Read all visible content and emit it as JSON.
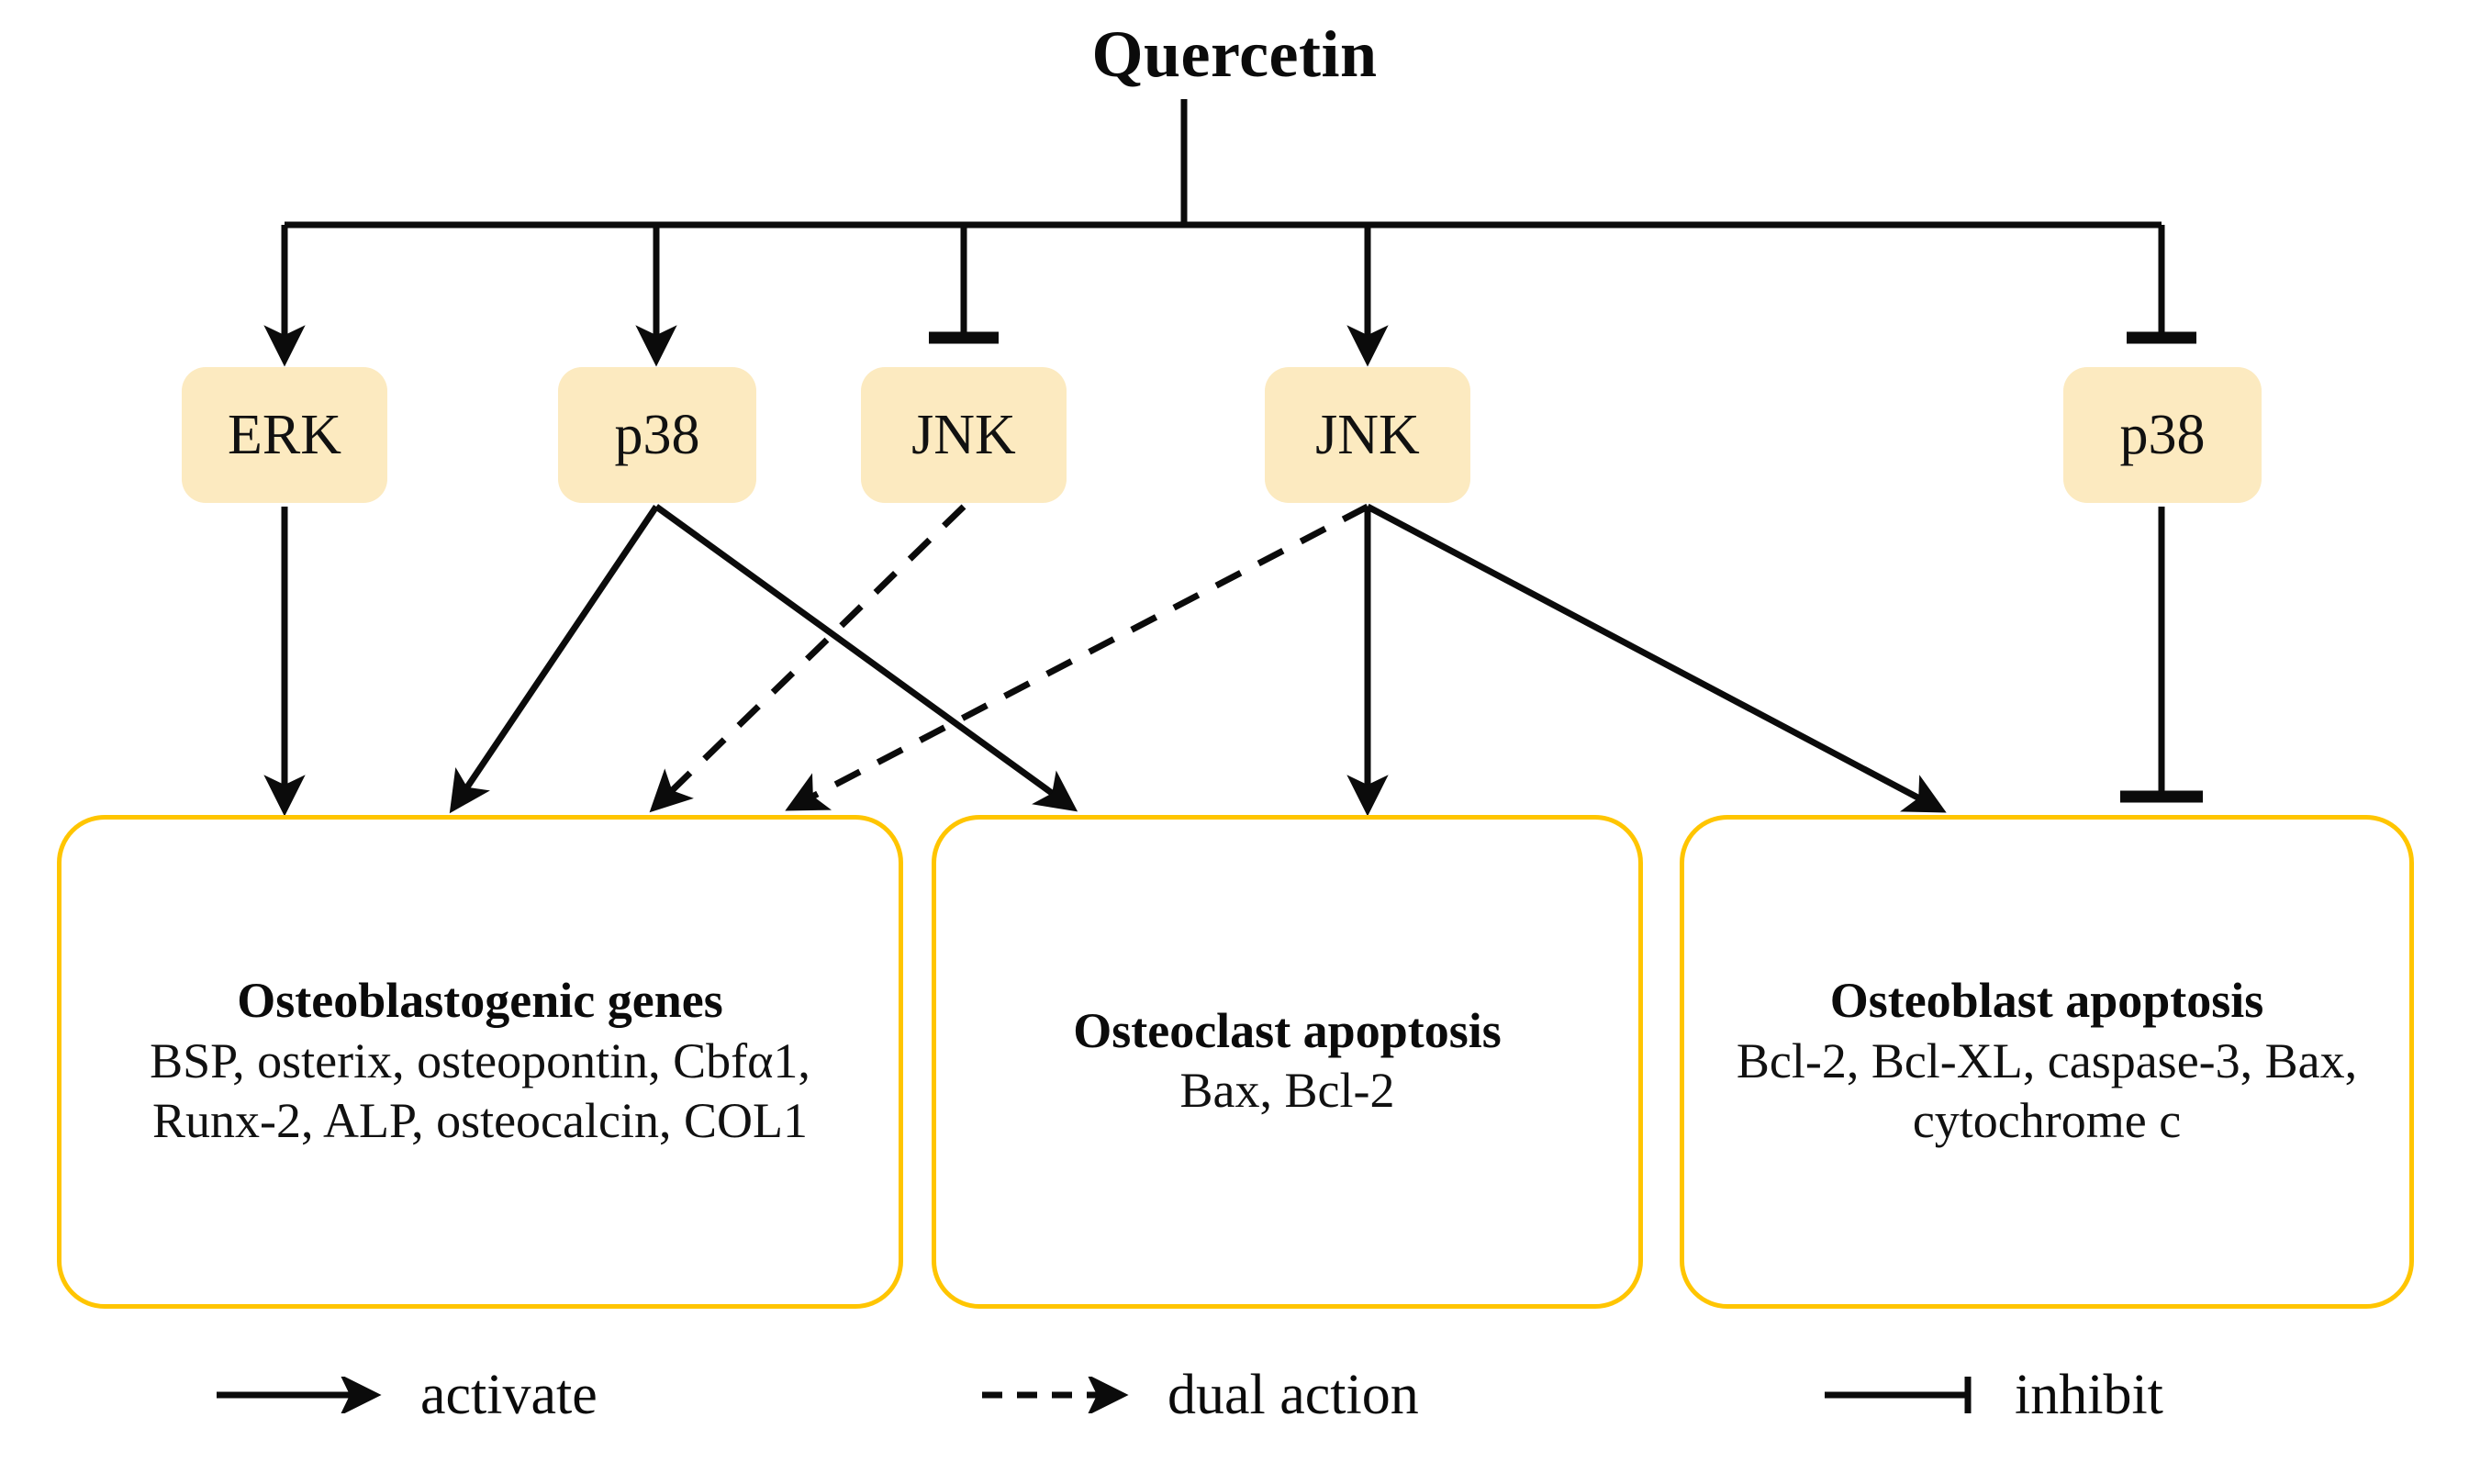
{
  "diagram": {
    "title": "Quercetin",
    "kinases": [
      {
        "label": "ERK",
        "relation": "activate"
      },
      {
        "label": "p38",
        "relation": "activate"
      },
      {
        "label": "JNK",
        "relation": "inhibit"
      },
      {
        "label": "JNK",
        "relation": "activate"
      },
      {
        "label": "p38",
        "relation": "inhibit"
      }
    ],
    "outcomes": [
      {
        "heading": "Osteoblastogenic genes",
        "genes": "BSP, osterix, osteopontin, Cbfα1, Runx-2, ALP, osteocalcin, COL1"
      },
      {
        "heading": "Osteoclast apoptosis",
        "genes": "Bax, Bcl-2"
      },
      {
        "heading": "Osteoblast apoptosis",
        "genes": "Bcl-2, Bcl-XL, caspase-3, Bax, cytochrome c"
      }
    ],
    "legend": [
      {
        "label": "activate",
        "style": "solid-arrow"
      },
      {
        "label": "dual action",
        "style": "dashed-arrow"
      },
      {
        "label": "inhibit",
        "style": "solid-tbar"
      }
    ],
    "colors": {
      "kinase_fill": "#FCEAC0",
      "outcome_border": "#FFC500",
      "line": "#0b0b0b",
      "text": "#0b0b0b",
      "background": "#ffffff"
    },
    "edges": [
      {
        "from": "Quercetin",
        "to": "ERK",
        "type": "activate"
      },
      {
        "from": "Quercetin",
        "to": "p38",
        "type": "activate"
      },
      {
        "from": "Quercetin",
        "to": "JNK",
        "type": "inhibit"
      },
      {
        "from": "Quercetin",
        "to": "JNK",
        "type": "activate"
      },
      {
        "from": "Quercetin",
        "to": "p38",
        "type": "inhibit"
      },
      {
        "from": "ERK",
        "to": "Osteoblastogenic genes",
        "type": "activate"
      },
      {
        "from": "p38",
        "to": "Osteoblastogenic genes",
        "type": "activate"
      },
      {
        "from": "p38",
        "to": "Osteoclast apoptosis",
        "type": "activate"
      },
      {
        "from": "JNK",
        "to": "Osteoblastogenic genes",
        "type": "dual action"
      },
      {
        "from": "JNK",
        "to": "Osteoblastogenic genes",
        "type": "dual action"
      },
      {
        "from": "JNK",
        "to": "Osteoclast apoptosis",
        "type": "activate"
      },
      {
        "from": "JNK",
        "to": "Osteoblast apoptosis",
        "type": "activate"
      },
      {
        "from": "p38",
        "to": "Osteoblast apoptosis",
        "type": "inhibit"
      }
    ]
  }
}
